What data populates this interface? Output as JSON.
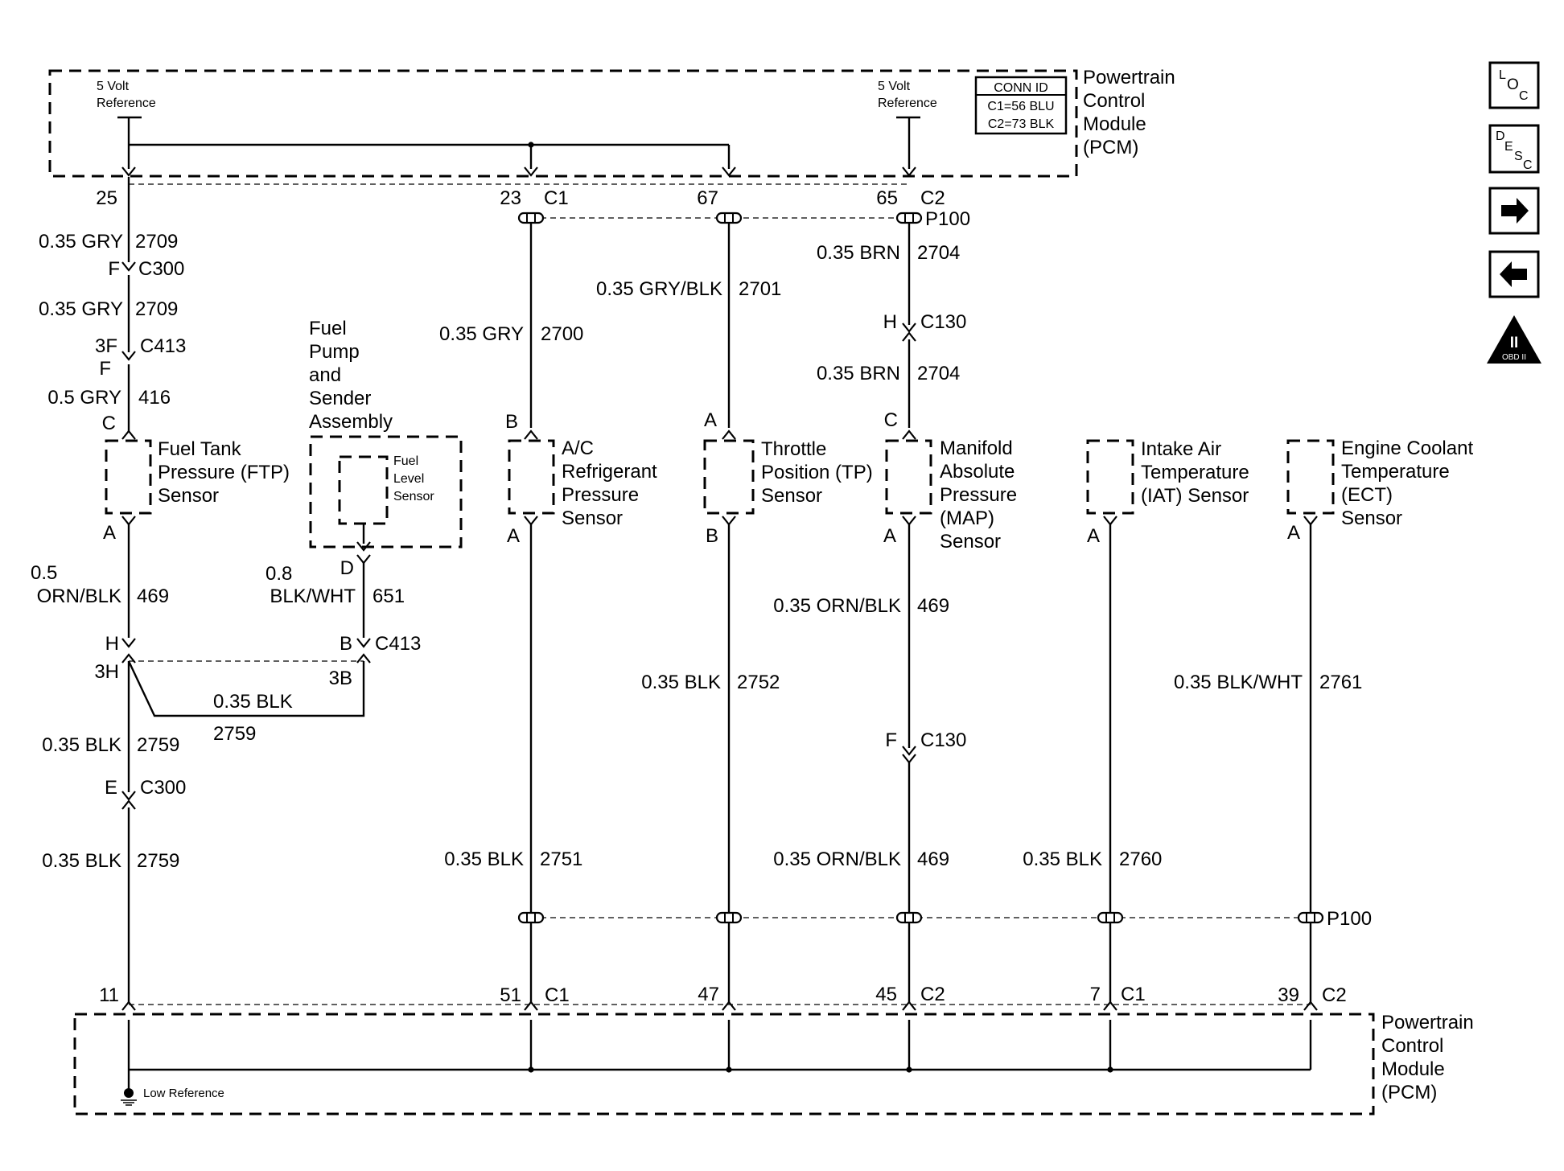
{
  "pcm_top": {
    "name_lines": [
      "Powertrain",
      "Control",
      "Module",
      "(PCM)"
    ],
    "ref_left": [
      "5 Volt",
      "Reference"
    ],
    "ref_right": [
      "5 Volt",
      "Reference"
    ],
    "conn_id": {
      "title": "CONN ID",
      "c1": "C1=56 BLU",
      "c2": "C2=73 BLK"
    }
  },
  "pcm_bottom": {
    "name_lines": [
      "Powertrain",
      "Control",
      "Module",
      "(PCM)"
    ],
    "low_ref": "Low Reference"
  },
  "top_pins": {
    "p25": "25",
    "p23": "23",
    "p23c": "C1",
    "p67": "67",
    "p65": "65",
    "p65c": "C2",
    "p100": "P100"
  },
  "bottom_pins": {
    "p11": "11",
    "p51": "51",
    "p51c": "C1",
    "p47": "47",
    "p45": "45",
    "p45c": "C2",
    "p7": "7",
    "p7c": "C1",
    "p39": "39",
    "p39c": "C2",
    "p100": "P100"
  },
  "ftp_circuit": {
    "w1_color": "0.35 GRY",
    "w1_num": "2709",
    "c300_pin": "F",
    "c300": "C300",
    "w2_color": "0.35 GRY",
    "w2_num": "2709",
    "c413_pin": "3F",
    "c413": "C413",
    "c413_pin2": "F",
    "w3_color": "0.5 GRY",
    "w3_num": "416",
    "sensor_top_pin": "C",
    "sensor_lines": [
      "Fuel Tank",
      "Pressure (FTP)",
      "Sensor"
    ],
    "sensor_bot_pin": "A",
    "w4_color_1": "0.5",
    "w4_color_2": "ORN/BLK",
    "w4_num": "469",
    "splice_pin": "H",
    "splice_pin2": "3H",
    "w5_color": "0.35 BLK",
    "w5_num": "2759",
    "c300b_pin": "E",
    "c300b": "C300",
    "w6_color": "0.35 BLK",
    "w6_num": "2759"
  },
  "fuel_pump": {
    "title_lines": [
      "Fuel",
      "Pump",
      "and",
      "Sender",
      "Assembly"
    ],
    "inner_lines": [
      "Fuel",
      "Level",
      "Sensor"
    ],
    "pin_d": "D",
    "w_color_1": "0.8",
    "w_color_2": "BLK/WHT",
    "w_num": "651",
    "pin_b": "B",
    "c413": "C413",
    "pin_3b": "3B",
    "jumper_color": "0.35 BLK",
    "jumper_num": "2759"
  },
  "ac_circuit": {
    "w1_color": "0.35 GRY",
    "w1_num": "2700",
    "top_pin": "B",
    "sensor_lines": [
      "A/C",
      "Refrigerant",
      "Pressure",
      "Sensor"
    ],
    "bot_pin": "A",
    "w2_color": "0.35 BLK",
    "w2_num": "2751"
  },
  "tp_circuit": {
    "w1_color": "0.35 GRY/BLK",
    "w1_num": "2701",
    "top_pin": "A",
    "sensor_lines": [
      "Throttle",
      "Position (TP)",
      "Sensor"
    ],
    "bot_pin": "B",
    "w2_color": "0.35 BLK",
    "w2_num": "2752"
  },
  "map_circuit": {
    "w1_color": "0.35 BRN",
    "w1_num": "2704",
    "c130_pin": "H",
    "c130": "C130",
    "w2_color": "0.35 BRN",
    "w2_num": "2704",
    "top_pin": "C",
    "sensor_lines": [
      "Manifold",
      "Absolute",
      "Pressure",
      "(MAP)",
      "Sensor"
    ],
    "bot_pin": "A",
    "w3_color": "0.35 ORN/BLK",
    "w3_num": "469",
    "c130b_pin": "F",
    "c130b": "C130",
    "w4_color": "0.35 ORN/BLK",
    "w4_num": "469"
  },
  "iat_circuit": {
    "sensor_lines": [
      "Intake Air",
      "Temperature",
      "(IAT) Sensor"
    ],
    "bot_pin": "A",
    "w_color": "0.35 BLK",
    "w_num": "2760"
  },
  "ect_circuit": {
    "sensor_lines": [
      "Engine Coolant",
      "Temperature",
      "(ECT)",
      "Sensor"
    ],
    "bot_pin": "A",
    "w_color": "0.35 BLK/WHT",
    "w_num": "2761"
  },
  "side_nav": {
    "loc": {
      "l": "L",
      "o": "O",
      "c": "C"
    },
    "desc": {
      "d": "D",
      "e": "E",
      "s": "S",
      "c": "C"
    },
    "forward_icon": "arrow-right",
    "back_icon": "arrow-left",
    "obd": {
      "numeral": "II",
      "caption": "OBD II"
    }
  }
}
